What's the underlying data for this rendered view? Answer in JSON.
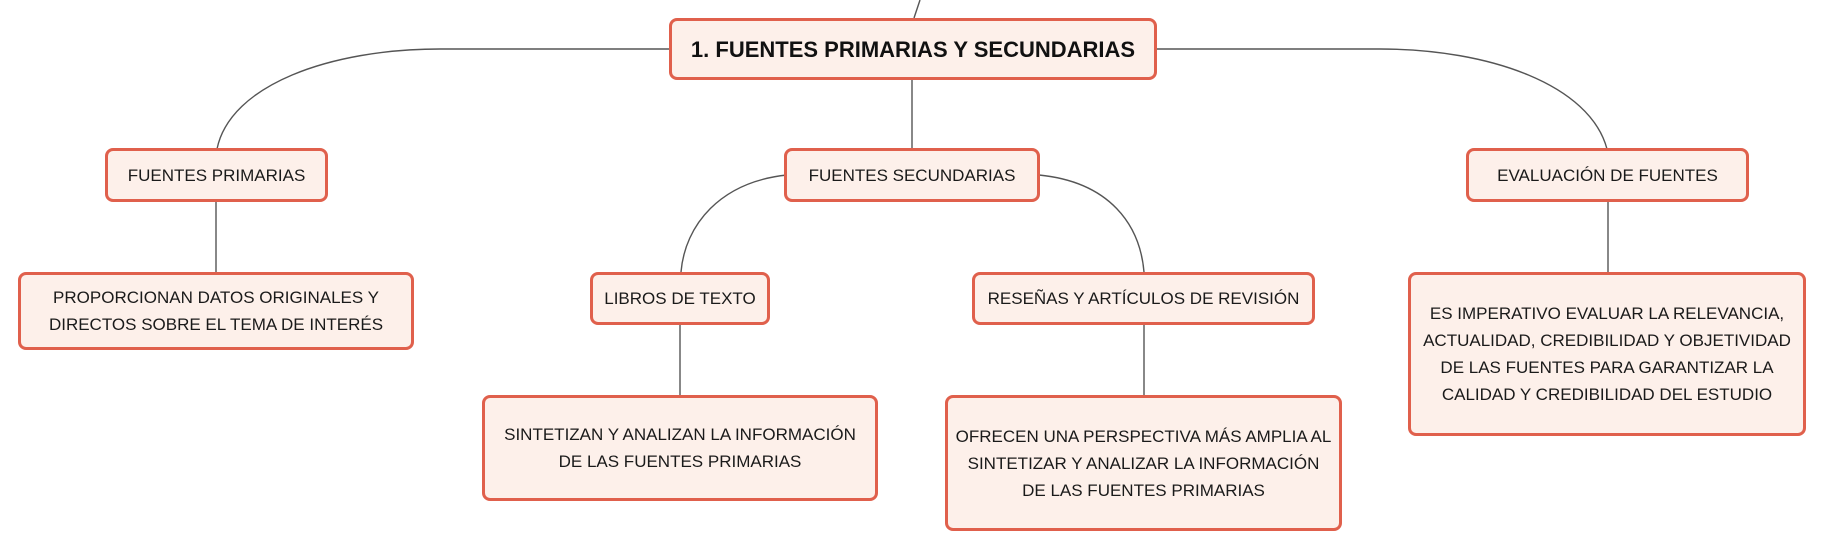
{
  "root": {
    "label": "1. FUENTES PRIMARIAS Y SECUNDARIAS"
  },
  "branches": {
    "primarias": {
      "label": "FUENTES PRIMARIAS",
      "detail": "PROPORCIONAN DATOS ORIGINALES Y DIRECTOS SOBRE EL TEMA DE INTERÉS"
    },
    "secundarias": {
      "label": "FUENTES SECUNDARIAS",
      "children": {
        "libros": {
          "label": "LIBROS DE TEXTO",
          "detail": "SINTETIZAN Y ANALIZAN LA INFORMACIÓN DE LAS FUENTES PRIMARIAS"
        },
        "resenas": {
          "label": "RESEÑAS Y ARTÍCULOS DE REVISIÓN",
          "detail": "OFRECEN UNA PERSPECTIVA MÁS AMPLIA AL SINTETIZAR Y ANALIZAR LA INFORMACIÓN DE LAS FUENTES PRIMARIAS"
        }
      }
    },
    "evaluacion": {
      "label": "EVALUACIÓN DE FUENTES",
      "detail": "ES IMPERATIVO EVALUAR LA RELEVANCIA, ACTUALIDAD, CREDIBILIDAD Y OBJETIVIDAD DE LAS FUENTES PARA GARANTIZAR LA CALIDAD Y CREDIBILIDAD DEL ESTUDIO"
    }
  },
  "colors": {
    "node_border": "#e0604c",
    "node_fill": "#fdf0ea",
    "connector": "#555555"
  }
}
